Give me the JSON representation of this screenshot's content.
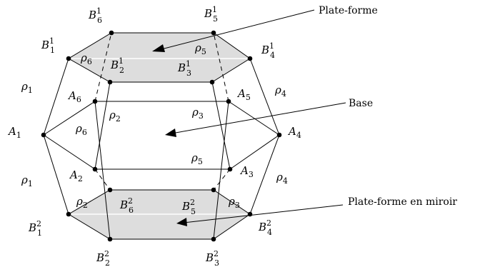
{
  "labels": {
    "B61": {
      "base": "B",
      "sub": "6",
      "sup": "1"
    },
    "B51": {
      "base": "B",
      "sub": "5",
      "sup": "1"
    },
    "B11": {
      "base": "B",
      "sub": "1",
      "sup": "1"
    },
    "B41": {
      "base": "B",
      "sub": "4",
      "sup": "1"
    },
    "B21": {
      "base": "B",
      "sub": "2",
      "sup": "1"
    },
    "B31": {
      "base": "B",
      "sub": "3",
      "sup": "1"
    },
    "A6": {
      "base": "A",
      "sub": "6"
    },
    "A5": {
      "base": "A",
      "sub": "5"
    },
    "A1": {
      "base": "A",
      "sub": "1"
    },
    "A4": {
      "base": "A",
      "sub": "4"
    },
    "A2": {
      "base": "A",
      "sub": "2"
    },
    "A3": {
      "base": "A",
      "sub": "3"
    },
    "B62": {
      "base": "B",
      "sub": "6",
      "sup": "2"
    },
    "B52": {
      "base": "B",
      "sub": "5",
      "sup": "2"
    },
    "B12": {
      "base": "B",
      "sub": "1",
      "sup": "2"
    },
    "B42": {
      "base": "B",
      "sub": "4",
      "sup": "2"
    },
    "B22": {
      "base": "B",
      "sub": "2",
      "sup": "2"
    },
    "B32": {
      "base": "B",
      "sub": "3",
      "sup": "2"
    }
  },
  "rho": {
    "r6_top": {
      "base": "ρ",
      "sub": "6"
    },
    "r5_top": {
      "base": "ρ",
      "sub": "5"
    },
    "r1_left_top": {
      "base": "ρ",
      "sub": "1"
    },
    "r4_right_top": {
      "base": "ρ",
      "sub": "4"
    },
    "r2_mid": {
      "base": "ρ",
      "sub": "2"
    },
    "r3_mid": {
      "base": "ρ",
      "sub": "3"
    },
    "r6_mid": {
      "base": "ρ",
      "sub": "6"
    },
    "r5_mid": {
      "base": "ρ",
      "sub": "5"
    },
    "r1_left_bot": {
      "base": "ρ",
      "sub": "1"
    },
    "r4_right_bot": {
      "base": "ρ",
      "sub": "4"
    },
    "r2_bot": {
      "base": "ρ",
      "sub": "2"
    },
    "r3_bot": {
      "base": "ρ",
      "sub": "3"
    }
  },
  "annotations": {
    "top": "Plate-forme",
    "base": "Base",
    "mirror": "Plate-forme en miroir"
  }
}
